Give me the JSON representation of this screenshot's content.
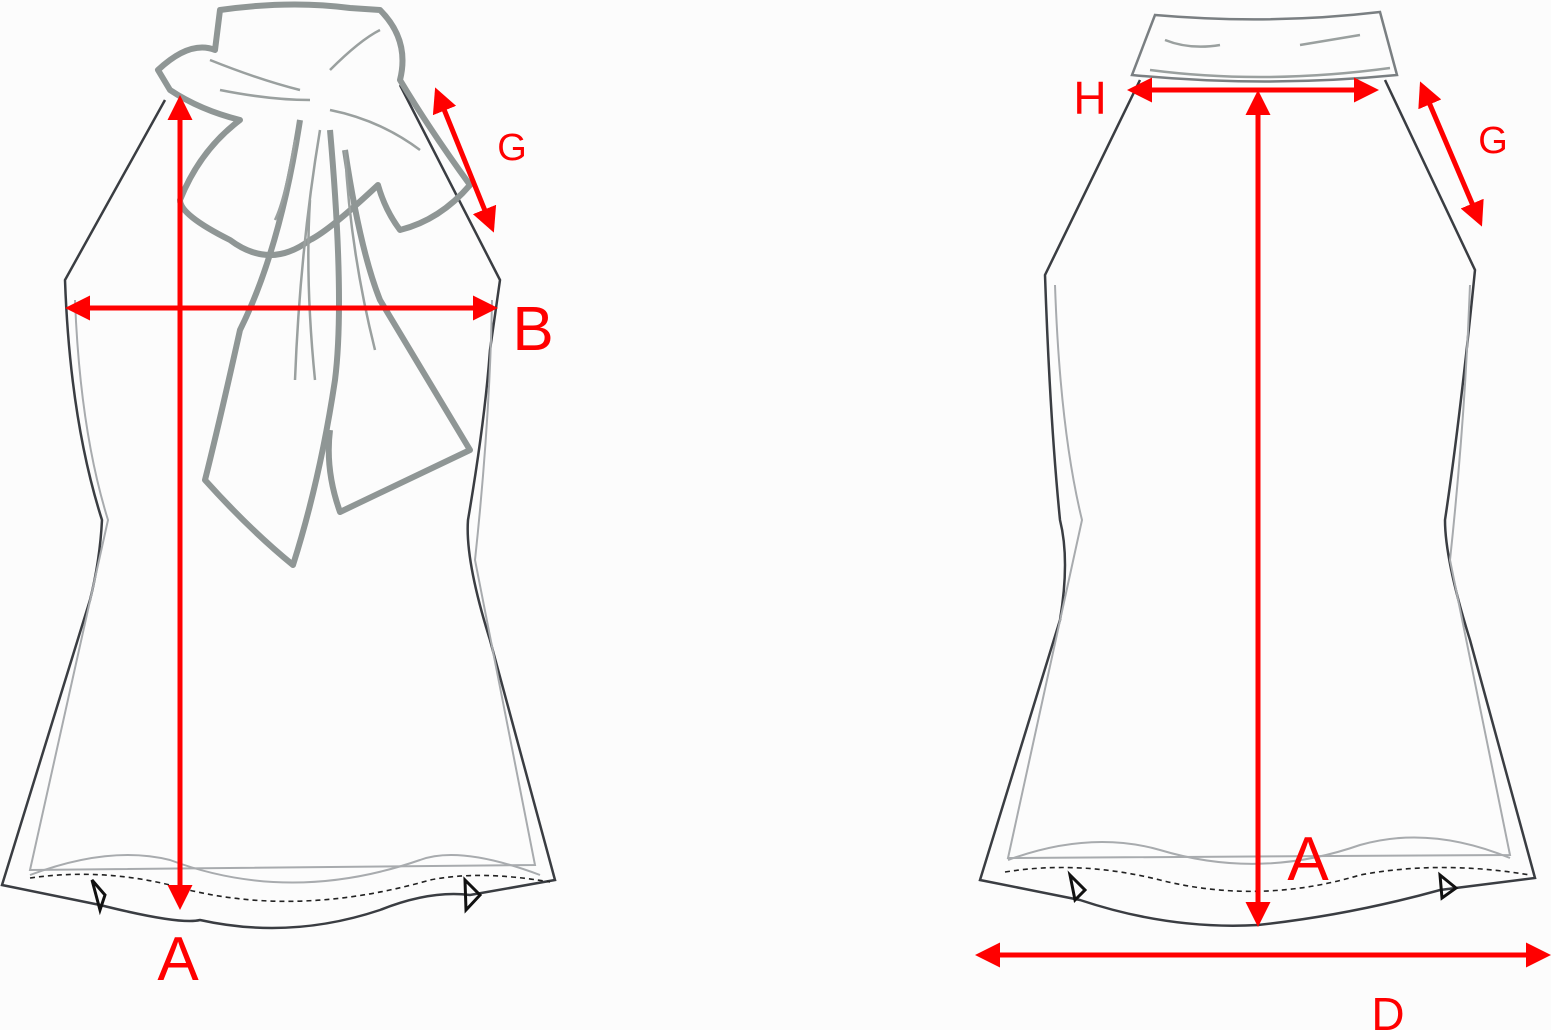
{
  "front_view": {
    "labels": {
      "shoulder": "G",
      "bust": "B",
      "length": "A"
    }
  },
  "back_view": {
    "labels": {
      "neck": "H",
      "shoulder": "G",
      "length": "A",
      "hem": "D"
    }
  },
  "colors": {
    "measure": "#ff0000",
    "outline": "#3a3d42",
    "bow": "#8f9695"
  }
}
